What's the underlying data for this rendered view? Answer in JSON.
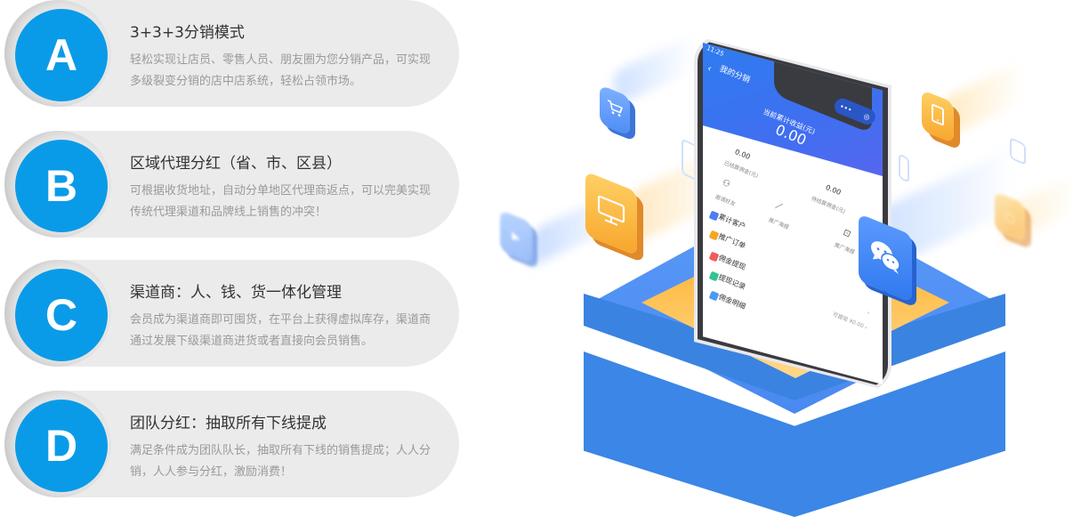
{
  "features": [
    {
      "letter": "A",
      "title": "3+3+3分销模式",
      "description": "轻松实现让店员、零售人员、朋友圈为您分销产品，可实现多级裂变分销的店中店系统，轻松占领市场。"
    },
    {
      "letter": "B",
      "title": "区域代理分红（省、市、区县）",
      "description": "可根据收货地址，自动分单地区代理商返点，可以完美实现传统代理渠道和品牌线上销售的冲突！"
    },
    {
      "letter": "C",
      "title": "渠道商：人、钱、货一体化管理",
      "description": "会员成为渠道商即可囤货，在平台上获得虚拟库存，渠道商通过发展下级渠道商进货或者直接向会员销售。"
    },
    {
      "letter": "D",
      "title": "团队分红：抽取所有下线提成",
      "description": "满足条件成为团队队长，抽取所有下线的销售提成；人人分销，人人参与分红，激励消费！"
    }
  ],
  "colors": {
    "badge_blue": "#0a9be8",
    "pill_bg": "#ebebeb",
    "title_text": "#333333",
    "desc_text": "#9a9a9a",
    "platform_blue": "#4a89f0",
    "accent_orange": "#f7a52b"
  },
  "phone": {
    "status_time": "11:25",
    "nav_back": "‹",
    "nav_title": "我的分销",
    "capsule_more": "•••",
    "capsule_close": "◎",
    "earnings_label": "当前累计收益(元)",
    "earnings_value": "0.00",
    "stats": [
      {
        "value": "0.00",
        "label": "已结算佣金(元)"
      },
      {
        "value": "0.00",
        "label": "待结算佣金(元)"
      }
    ],
    "quick_actions": [
      {
        "icon": "user-icon",
        "label": "邀请好友"
      },
      {
        "icon": "share-icon",
        "label": "推广海报"
      },
      {
        "icon": "qrcode-icon",
        "label": "推广海报"
      }
    ],
    "menu": [
      {
        "label": "累计客户",
        "color": "#4d7cf5",
        "right": ""
      },
      {
        "label": "推广订单",
        "color": "#f5a623",
        "right": ""
      },
      {
        "label": "佣金提现",
        "color": "#f25a5a",
        "right": ""
      },
      {
        "label": "提现记录",
        "color": "#33c48f",
        "right": "›"
      },
      {
        "label": "佣金明细",
        "color": "#4a9af5",
        "right": "可提现 ¥0.00 ›"
      }
    ]
  },
  "floating_icons": [
    {
      "name": "cart-icon",
      "glyph": "🛒"
    },
    {
      "name": "monitor-icon",
      "glyph": "🖥"
    },
    {
      "name": "tablet-icon",
      "glyph": "▯"
    },
    {
      "name": "wechat-icon",
      "glyph": "💬"
    }
  ]
}
